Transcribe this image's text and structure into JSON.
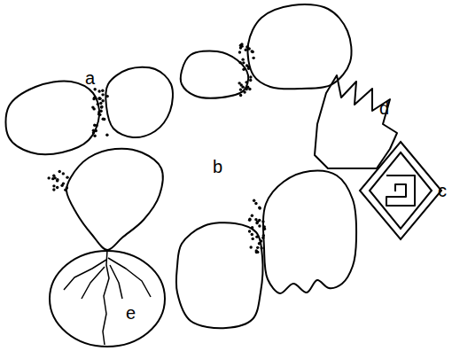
{
  "diagram": {
    "nodes": [
      {
        "text": [
          "e"
        ]
      }
    ],
    "labels": [
      "a",
      "d",
      "b",
      "c"
    ]
  }
}
